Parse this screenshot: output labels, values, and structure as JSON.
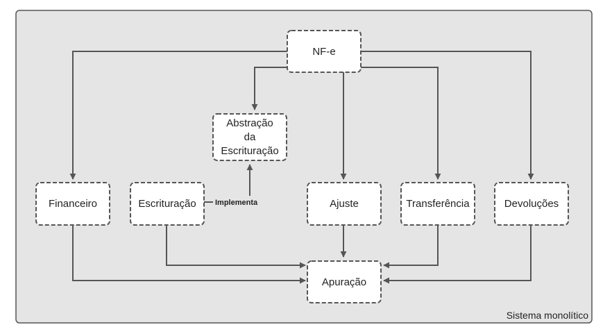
{
  "container": {
    "label": "Sistema monolítico"
  },
  "nodes": {
    "nfe": {
      "label": "NF-e"
    },
    "abstracao": {
      "lines": [
        "Abstração",
        "da",
        "Escrituração"
      ]
    },
    "financeiro": {
      "label": "Financeiro"
    },
    "escrituracao": {
      "label": "Escrituração"
    },
    "ajuste": {
      "label": "Ajuste"
    },
    "transferencia": {
      "label": "Transferência"
    },
    "devolucoes": {
      "label": "Devoluções"
    },
    "apuracao": {
      "label": "Apuração"
    }
  },
  "edges": {
    "implementa": {
      "label": "Implementa"
    }
  },
  "colors": {
    "container_fill": "#e5e5e5",
    "container_stroke": "#555555",
    "node_fill": "#ffffff",
    "node_stroke": "#555555",
    "edge": "#555555"
  }
}
